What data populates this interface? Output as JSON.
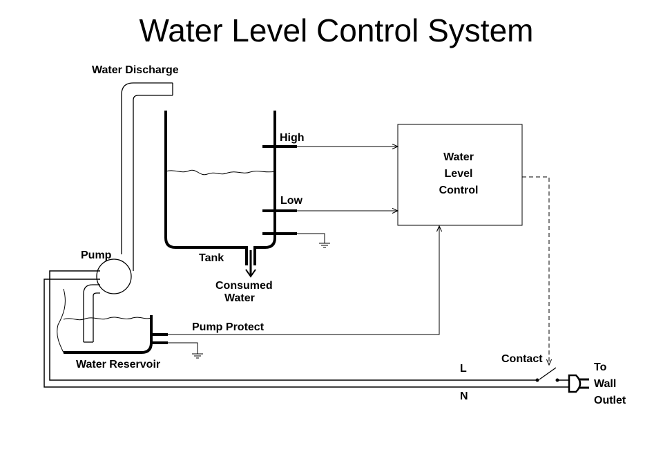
{
  "title": "Water Level Control System",
  "labels": {
    "water_discharge": "Water Discharge",
    "high": "High",
    "low": "Low",
    "control_line1": "Water",
    "control_line2": "Level",
    "control_line3": "Control",
    "pump": "Pump",
    "tank": "Tank",
    "consumed_line1": "Consumed",
    "consumed_line2": "Water",
    "pump_protect": "Pump Protect",
    "water_reservoir": "Water Reservoir",
    "contact": "Contact",
    "line_l": "L",
    "line_n": "N",
    "outlet_line1": "To",
    "outlet_line2": "Wall",
    "outlet_line3": "Outlet"
  }
}
